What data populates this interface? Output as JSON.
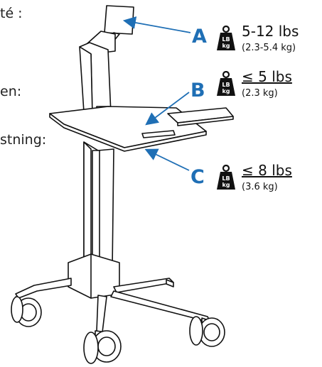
{
  "left_fragments": [
    "té :",
    "en:",
    "stning:"
  ],
  "accent_color": "#1f6fb5",
  "icon": "weight-lb-kg-icon",
  "icon_text": {
    "top": "LB",
    "bottom": "kg"
  },
  "callouts": [
    {
      "letter": "A",
      "main": "5-12 lbs",
      "sub": "(2.3-5.4 kg)"
    },
    {
      "letter": "B",
      "main": "≤ 5 lbs",
      "sub": "(2.3 kg)"
    },
    {
      "letter": "C",
      "main": "≤ 8 lbs",
      "sub": "(3.6 kg)"
    }
  ]
}
